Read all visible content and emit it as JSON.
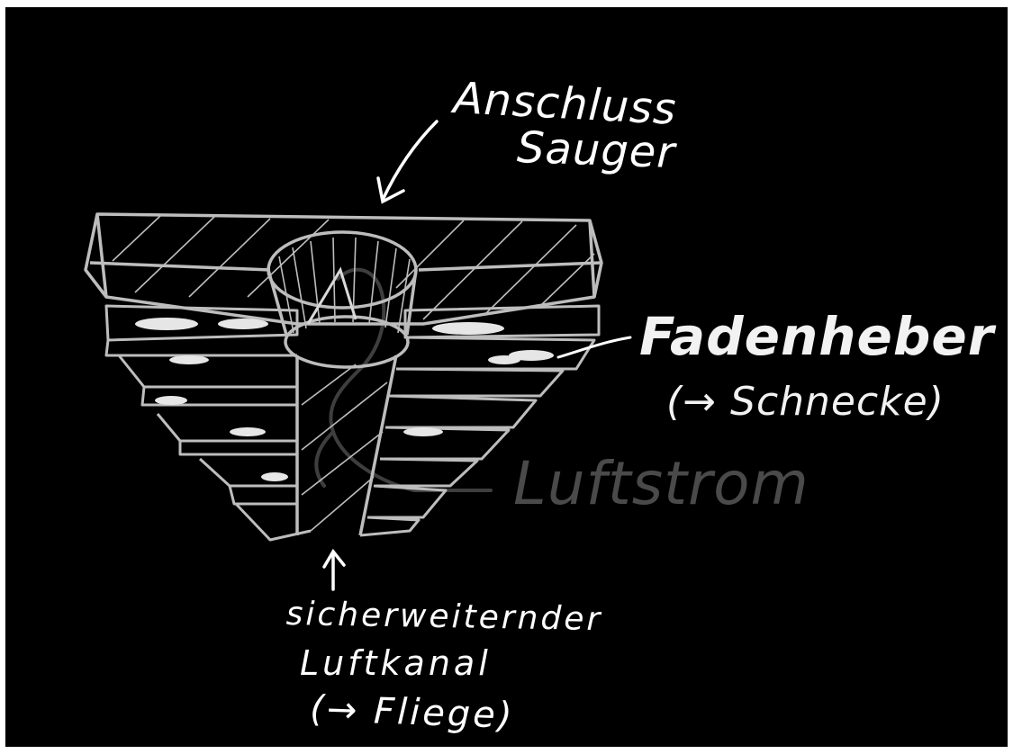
{
  "labels": {
    "anschluss": "Anschluss",
    "sauger": "Sauger",
    "fadenheber": "Fadenheber",
    "schnecke": "(→ Schnecke)",
    "luftstrom": "Luftstrom",
    "sicherweiternder": "sicherweiternder",
    "luftkanal": "Luftkanal",
    "fliege": "(→ Fliege)"
  },
  "colors": {
    "background": "#000000",
    "sketch_line": "#bdbdbd",
    "text": "#ffffff",
    "luftstrom_text": "#4a4a4a",
    "fluff": "#e6e6e6"
  },
  "icons": {
    "arrow_to_top": "arrow-down-left-icon",
    "arrow_to_channel": "arrow-up-icon"
  }
}
